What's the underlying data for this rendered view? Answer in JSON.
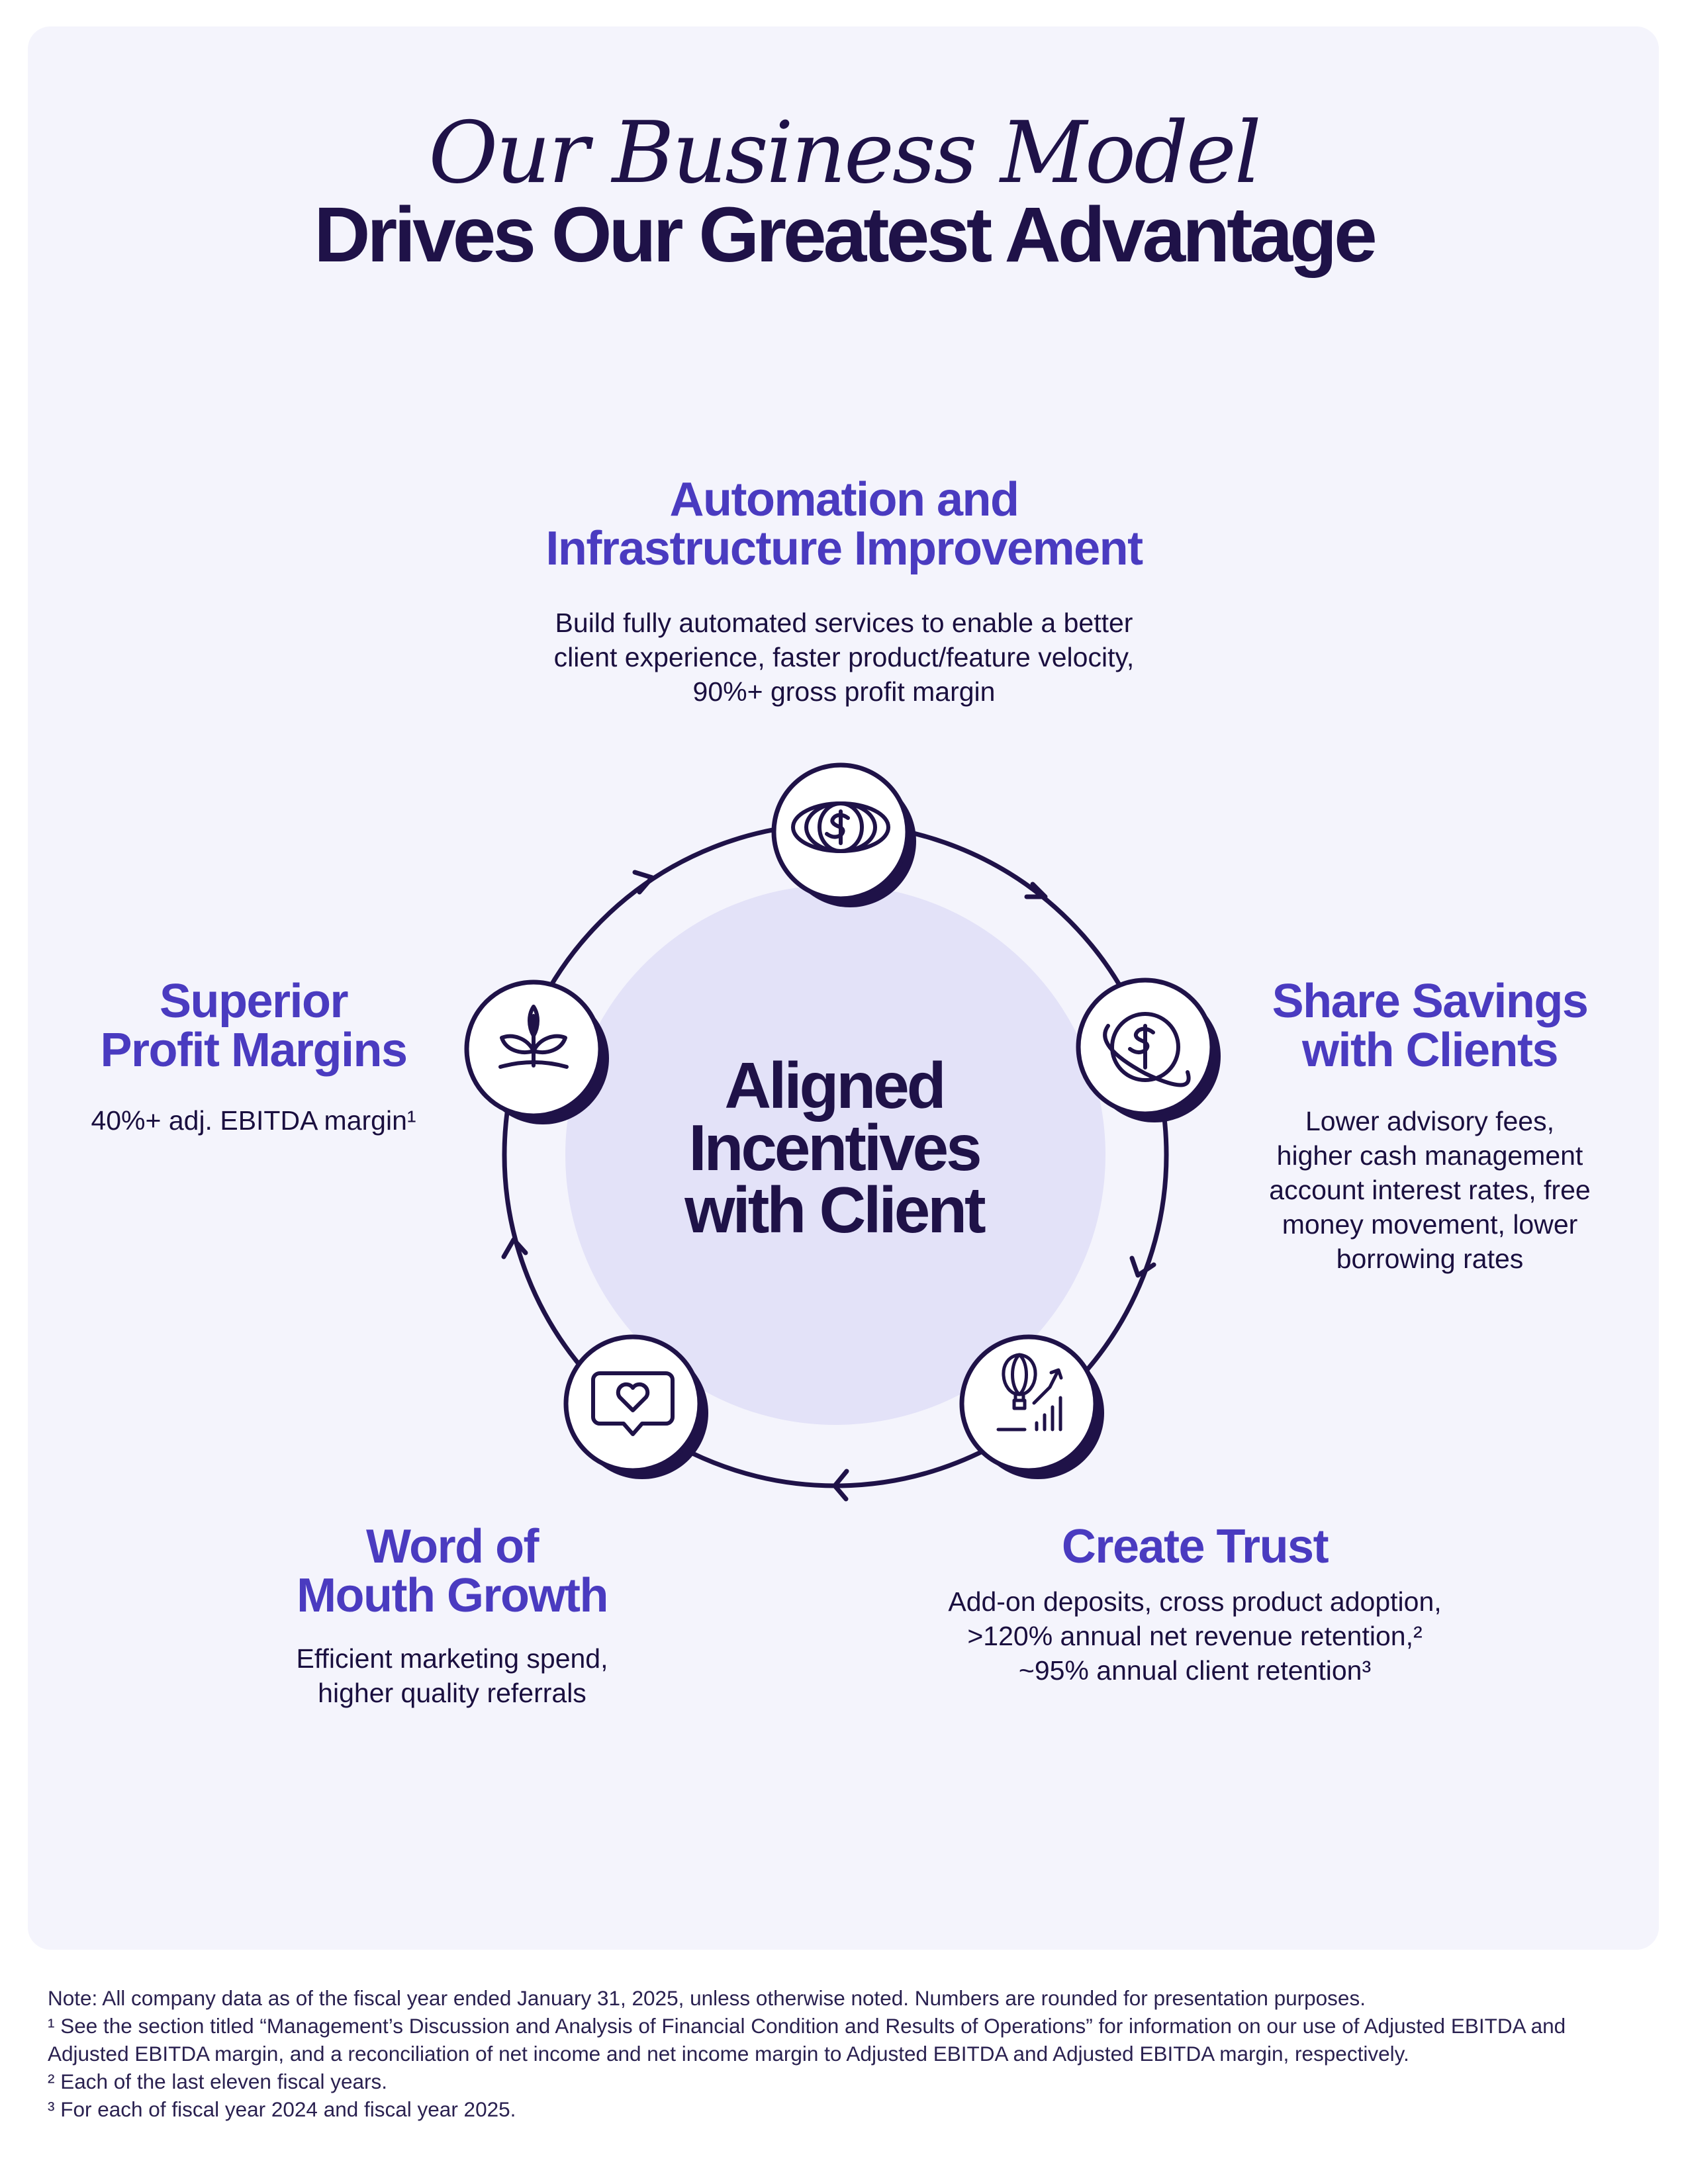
{
  "title": {
    "line1": "Our Business Model",
    "line2": "Drives Our Greatest Advantage"
  },
  "center": {
    "lines": [
      "Aligned",
      "Incentives",
      "with Client"
    ]
  },
  "nodes": {
    "automation": {
      "heading": [
        "Automation and",
        "Infrastructure Improvement"
      ],
      "description": [
        "Build fully automated services to enable a better",
        "client experience, faster product/feature velocity,",
        "90%+ gross profit margin"
      ],
      "icon": "eye-dollar-icon"
    },
    "share_savings": {
      "heading": [
        "Share Savings",
        "with Clients"
      ],
      "description": [
        "Lower advisory fees,",
        "higher cash management",
        "account interest rates, free",
        "money movement, lower",
        "borrowing rates"
      ],
      "icon": "orbit-dollar-icon"
    },
    "create_trust": {
      "heading": [
        "Create Trust"
      ],
      "description": [
        "Add-on deposits, cross product adoption,",
        ">120% annual net revenue retention,²",
        "~95% annual client retention³"
      ],
      "icon": "balloon-growth-icon"
    },
    "word_of_mouth": {
      "heading": [
        "Word of",
        "Mouth Growth"
      ],
      "description": [
        "Efficient marketing spend,",
        "higher quality referrals"
      ],
      "icon": "heart-message-icon"
    },
    "superior_margins": {
      "heading": [
        "Superior",
        "Profit Margins"
      ],
      "description": [
        "40%+ adj. EBITDA margin¹"
      ],
      "icon": "sprout-icon"
    }
  },
  "colors": {
    "heading": "#4a3bc0",
    "dark": "#1f1248",
    "panel": "#f4f4fc",
    "center_fill": "#e3e2f8"
  },
  "footnotes": [
    "Note: All company data as of the fiscal year ended January 31, 2025, unless otherwise noted. Numbers are rounded for presentation purposes.",
    "¹ See the section titled “Management’s Discussion and Analysis of Financial Condition and Results of Operations” for information on our use of Adjusted EBITDA and Adjusted EBITDA margin, and a reconciliation of net income and net income margin to Adjusted EBITDA and Adjusted EBITDA margin, respectively.",
    "² Each of the last eleven fiscal years.",
    "³ For each of fiscal year 2024 and fiscal year 2025."
  ]
}
